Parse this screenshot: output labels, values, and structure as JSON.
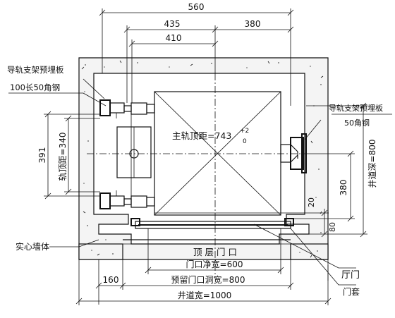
{
  "dimensions": {
    "top_total": "560",
    "top_mid": "435",
    "top_right": "380",
    "top_inner": "410",
    "left_outer": "391",
    "left_inner_label": "轨顶距=340",
    "right_upper": "380",
    "right_total_label": "井道深=800",
    "right_small_20": "20",
    "right_small_80": "80",
    "bottom_left": "160",
    "bottom_total_label": "井道宽=1000"
  },
  "labels": {
    "embed_plate_left": "导轨支架预埋板",
    "angle_steel_left": "100长50角钢",
    "embed_plate_right": "导轨支架预埋板",
    "angle_steel_right": "50角钢",
    "rail_distance": "主轨顶距=743",
    "rail_tol_plus": "+2",
    "rail_tol_zero": "0",
    "top_door": "顶 层 门 口",
    "door_clear_width": "门口净宽=600",
    "reserved_opening": "预留门口洞宽=800",
    "solid_wall": "实心墙体",
    "door_sill": "厅门",
    "door_frame": "门套"
  }
}
